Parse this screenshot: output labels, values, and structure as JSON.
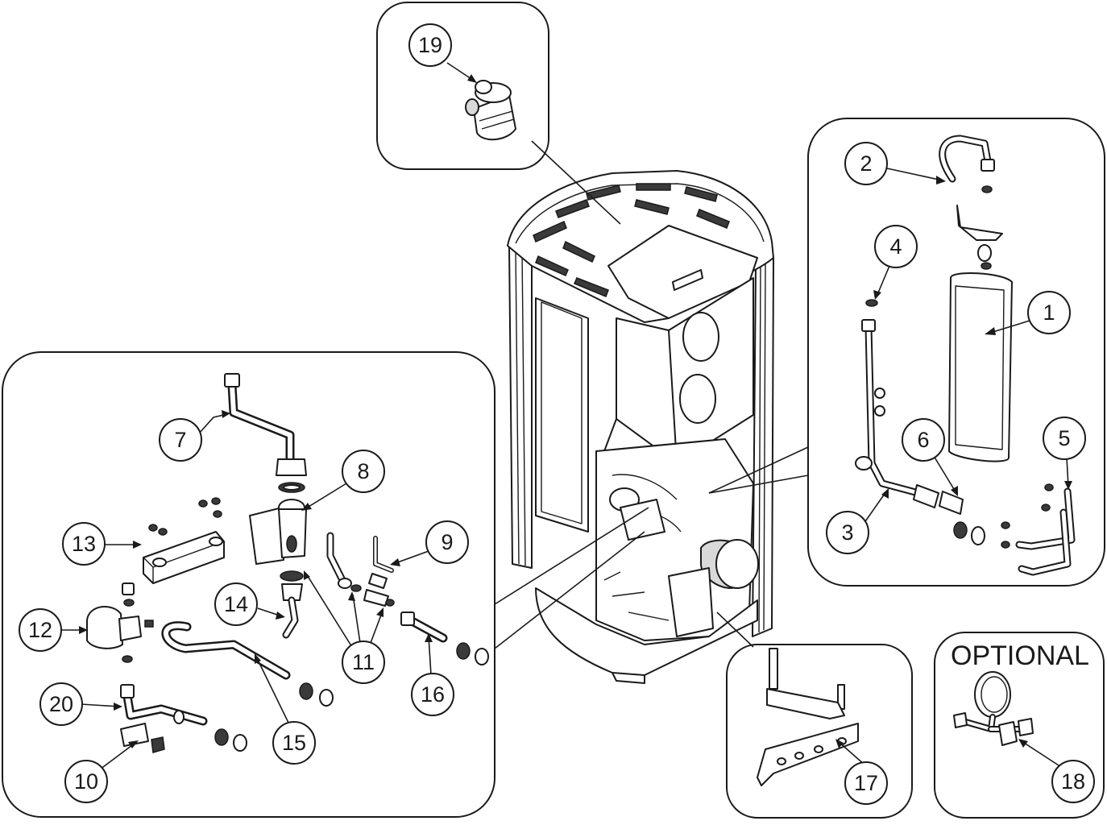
{
  "optional_label": "OPTIONAL",
  "callouts": [
    "1",
    "2",
    "3",
    "4",
    "5",
    "6",
    "7",
    "8",
    "9",
    "10",
    "11",
    "12",
    "13",
    "14",
    "15",
    "16",
    "17",
    "18",
    "19",
    "20"
  ]
}
